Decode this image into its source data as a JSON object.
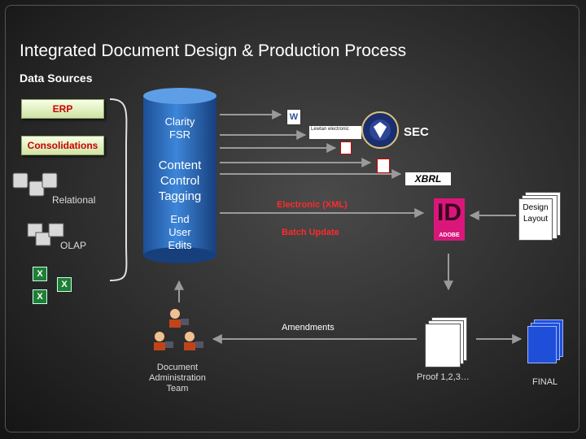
{
  "title": "Integrated Document Design & Production Process",
  "subtitle": "Data Sources",
  "sources": {
    "erp": "ERP",
    "consolidations": "Consolidations",
    "relational": "Relational",
    "olap": "OLAP"
  },
  "cylinder": {
    "line1": "Clarity",
    "line2": "FSR",
    "line3": "Content",
    "line4": "Control",
    "line5": "Tagging",
    "line6": "End",
    "line7": "User",
    "line8": "Edits"
  },
  "outputs": {
    "sec": "SEC",
    "xbrl": "XBRL",
    "edgar_logo_text": "Lewtan  electronic"
  },
  "flows": {
    "electronic": "Electronic (XML)",
    "batch": "Batch  Update",
    "amendments": "Amendments"
  },
  "indesign": {
    "letters": "ID",
    "brand": "ADOBE"
  },
  "design_layout": {
    "line1": "Design",
    "line2": "Layout"
  },
  "proof": "Proof 1,2,3…",
  "final": "FINAL",
  "team": {
    "line1": "Document",
    "line2": "Administration",
    "line3": "Team"
  },
  "colors": {
    "source_box": "#dff0bd",
    "cylinder": "#2d6fc4",
    "accent_red": "#ff2a2a",
    "final_blue": "#1f4fd8",
    "indesign": "#d9177b"
  }
}
